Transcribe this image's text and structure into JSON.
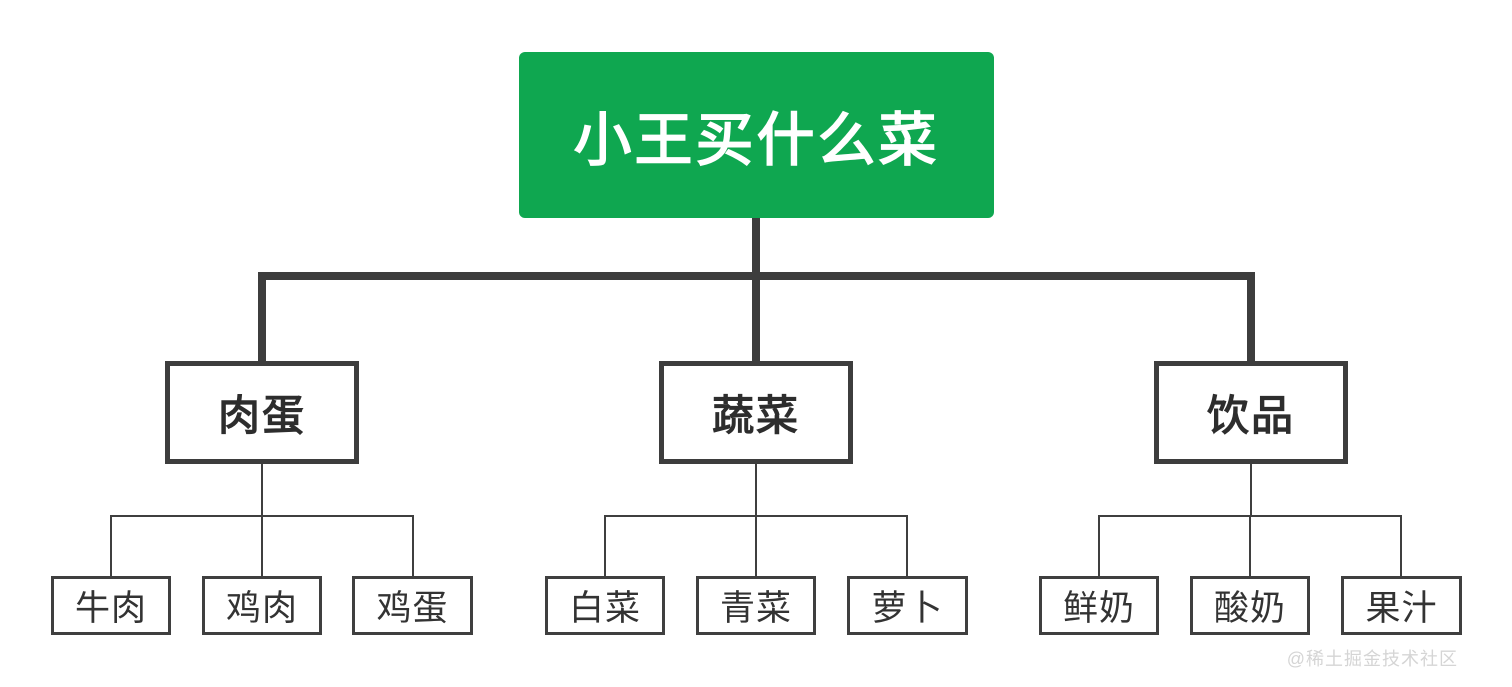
{
  "diagram": {
    "title": "小王买什么菜",
    "root": {
      "label": "小王买什么菜"
    },
    "branches": [
      {
        "label": "肉蛋",
        "children": [
          {
            "label": "牛肉"
          },
          {
            "label": "鸡肉"
          },
          {
            "label": "鸡蛋"
          }
        ]
      },
      {
        "label": "蔬菜",
        "children": [
          {
            "label": "白菜"
          },
          {
            "label": "青菜"
          },
          {
            "label": "萝卜"
          }
        ]
      },
      {
        "label": "饮品",
        "children": [
          {
            "label": "鲜奶"
          },
          {
            "label": "酸奶"
          },
          {
            "label": "果汁"
          }
        ]
      }
    ]
  },
  "watermark": {
    "text": "@稀土掘金技术社区"
  },
  "colors": {
    "root_background": "#0fa750",
    "root_text": "#ffffff",
    "node_border": "#3d3d3d",
    "connector_thick": "#3d3d3d",
    "connector_thin": "#3f3f3f",
    "leaf_text": "#333333",
    "watermark_text": "#d5d5d5",
    "page_background": "#ffffff"
  }
}
